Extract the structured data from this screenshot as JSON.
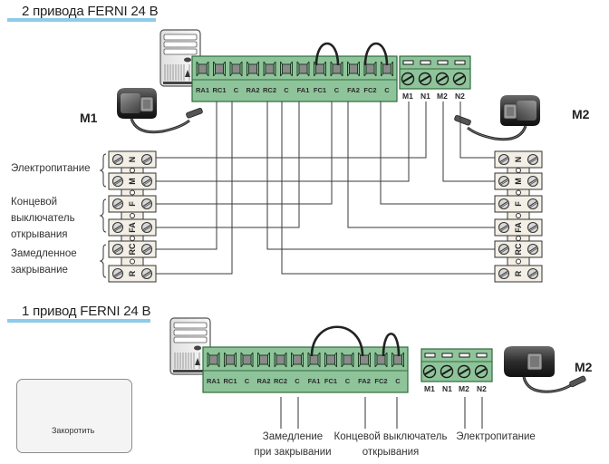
{
  "diagram": {
    "section1": {
      "title": "2 привода FERNI 24 В",
      "motors": {
        "left": "M1",
        "right": "M2"
      },
      "board_terminals": [
        "RA1",
        "RC1",
        "C",
        "RA2",
        "RC2",
        "C",
        "FA1",
        "FC1",
        "C",
        "FA2",
        "FC2",
        "C"
      ],
      "jumpers": [
        [
          "FC1",
          "C"
        ],
        [
          "FC2",
          "C"
        ]
      ],
      "motor_terminals": [
        "M1",
        "N1",
        "M2",
        "N2"
      ],
      "side_labels": {
        "power": "Электропитание",
        "limit_switch": [
          "Концевой",
          "выключатель",
          "открывания"
        ],
        "slow_close": [
          "Замедленное",
          "закрывание"
        ]
      },
      "motor_block_terminals": [
        "N",
        "M",
        "F",
        "FA",
        "RC",
        "R"
      ]
    },
    "section2": {
      "title": "1 привод FERNI 24 В",
      "motor": "M2",
      "board_terminals": [
        "RA1",
        "RC1",
        "C",
        "RA2",
        "RC2",
        "C",
        "FA1",
        "FC1",
        "C",
        "FA2",
        "FC2",
        "C"
      ],
      "jumpers": [
        [
          "FA1",
          "FA2"
        ],
        [
          "FC2",
          "C"
        ]
      ],
      "motor_terminals": [
        "M1",
        "N1",
        "M2",
        "N2"
      ],
      "bottom_labels": {
        "slow_close": [
          "Замедление",
          "при закрывании"
        ],
        "limit_switch": [
          "Концевой выключатель",
          "открывания"
        ],
        "power": "Электропитание"
      }
    },
    "legend": {
      "icon": "jumper-icon",
      "label": "Закоротить"
    },
    "colors": {
      "board_green": "#8fc49b",
      "board_dark": "#2f6b3c",
      "accent_bar": "#8ecbe8",
      "wire": "#3a3a3a"
    }
  }
}
